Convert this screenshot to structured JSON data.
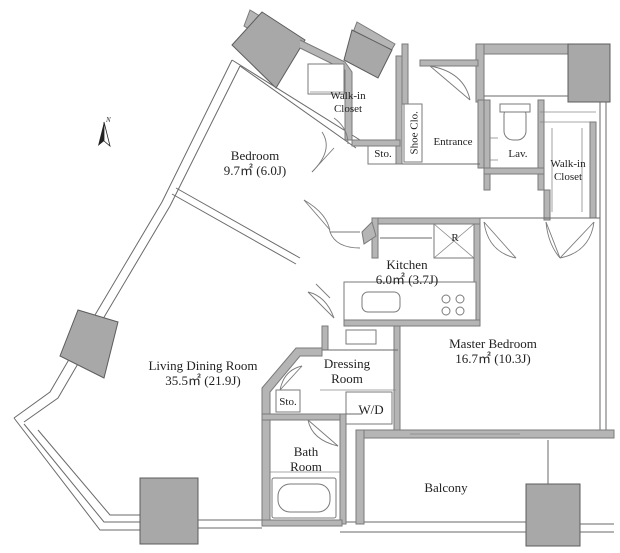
{
  "compass": {
    "north_label": "N"
  },
  "rooms": {
    "walk_in_closet_1": {
      "line1": "Walk-in",
      "line2": "Closet"
    },
    "shoe_closet": {
      "label": "Shoe Clo."
    },
    "entrance": {
      "label": "Entrance"
    },
    "lavatory": {
      "label": "Lav."
    },
    "walk_in_closet_2": {
      "line1": "Walk-in",
      "line2": "Closet"
    },
    "bedroom": {
      "name": "Bedroom",
      "area": "9.7㎡ (6.0J)"
    },
    "storage_1": {
      "label": "Sto."
    },
    "refrigerator": {
      "label": "R"
    },
    "kitchen": {
      "name": "Kitchen",
      "area": "6.0㎡ (3.7J)"
    },
    "master_bedroom": {
      "name": "Master Bedroom",
      "area": "16.7㎡ (10.3J)"
    },
    "living_dining": {
      "name": "Living Dining Room",
      "area": "35.5㎡ (21.9J)"
    },
    "dressing_room": {
      "line1": "Dressing",
      "line2": "Room"
    },
    "storage_2": {
      "label": "Sto."
    },
    "washer_dryer": {
      "label": "W/D"
    },
    "bath_room": {
      "line1": "Bath",
      "line2": "Room"
    },
    "balcony": {
      "label": "Balcony"
    }
  },
  "colors": {
    "wall": "#b5b5b5",
    "line": "#6a6a6a",
    "text": "#222222"
  }
}
